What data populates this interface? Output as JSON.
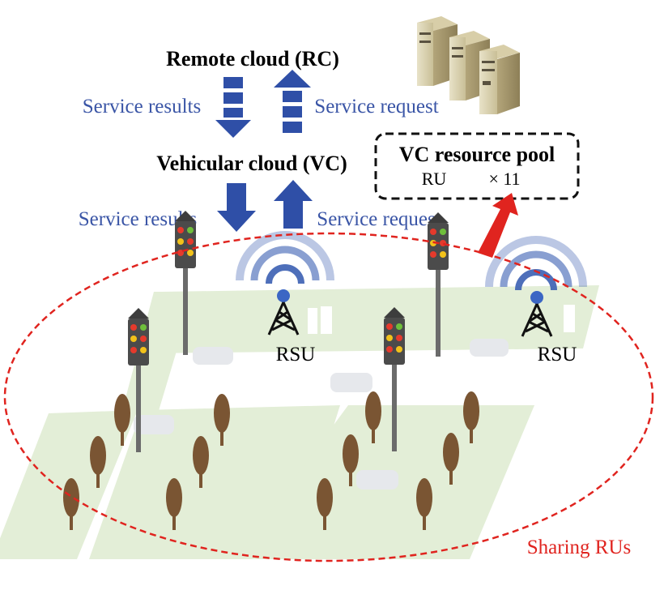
{
  "remote_cloud": "Remote cloud (RC)",
  "vehicular_cloud": "Vehicular cloud (VC)",
  "upper_left_label": "Service results",
  "upper_right_label": "Service request",
  "lower_left_label": "Service results",
  "lower_right_label": "Service request",
  "pool": {
    "title": "VC resource pool",
    "unit": "RU",
    "multiplier": "× 11"
  },
  "rsu_left": "RSU",
  "rsu_right": "RSU",
  "sharing_label": "Sharing RUs",
  "colors": {
    "arrow_blue": "#2f4fa7",
    "label_blue": "#3a55a6",
    "red": "#e0241f",
    "road_green": "#e3eed7",
    "tree_brown": "#7a5533",
    "pole_gray": "#6b6b6b"
  },
  "icons": [
    "server-icon",
    "traffic-light-icon",
    "rsu-tower-icon",
    "tree-icon",
    "car-icon"
  ]
}
